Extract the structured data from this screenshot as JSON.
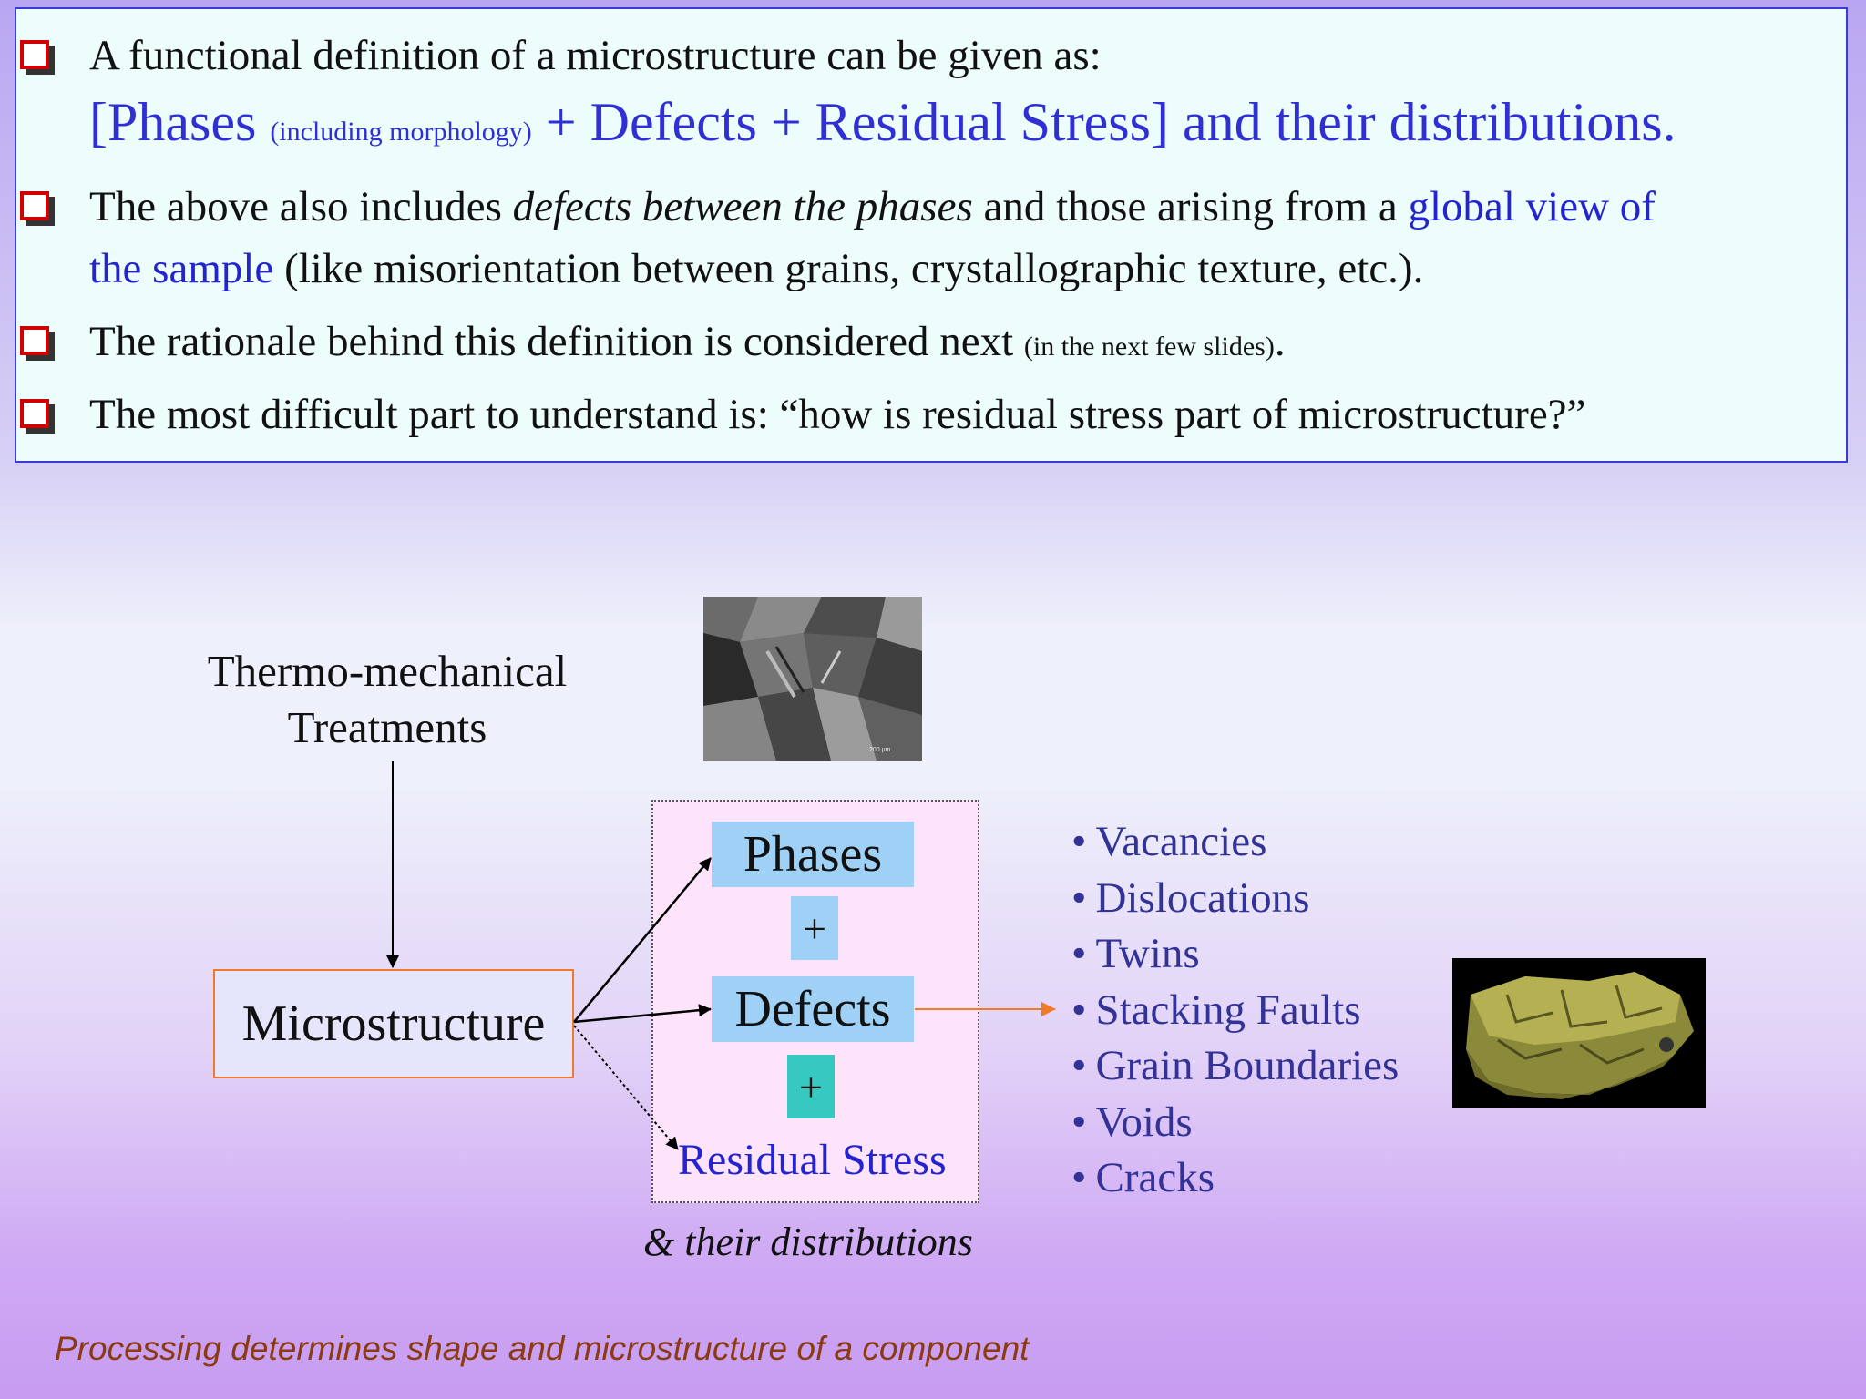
{
  "top_box": {
    "bullet1": {
      "text": "A functional definition of a microstructure can be given as:",
      "formula_part1": "[Phases ",
      "formula_small": "(including morphology)",
      "formula_part2": " + Defects + Residual Stress] and their distributions."
    },
    "bullet2": {
      "text_a": "The above also includes ",
      "text_italic": "defects between the phases",
      "text_b": " and those arising from a ",
      "text_blue": "global view of",
      "line2_blue": "the sample",
      "line2_text": " (like misorientation between grains, crystallographic texture, etc.)."
    },
    "bullet3": {
      "text": "The rationale behind this definition is considered next ",
      "small": "(in the next few slides)",
      "end": "."
    },
    "bullet4": {
      "text": "The most difficult part to understand is: “how is residual stress part of microstructure?”"
    }
  },
  "diagram": {
    "thermo_line1": "Thermo-mechanical",
    "thermo_line2": "Treatments",
    "microstructure": "Microstructure",
    "phases": "Phases",
    "plus": "+",
    "defects": "Defects",
    "residual_stress": "Residual Stress",
    "distributions": "& their distributions",
    "micrograph_scale": "200 µm",
    "defect_list": [
      "Vacancies",
      "Dislocations",
      "Twins",
      "Stacking Faults",
      "Grain Boundaries",
      "Voids",
      "Cracks"
    ]
  },
  "footer": "Processing determines shape and microstructure of a component",
  "colors": {
    "blue_text": "#2323d0",
    "bullet_red": "#d10000",
    "orange_border": "#f07a2a",
    "footer_brown": "#8b3a12"
  }
}
